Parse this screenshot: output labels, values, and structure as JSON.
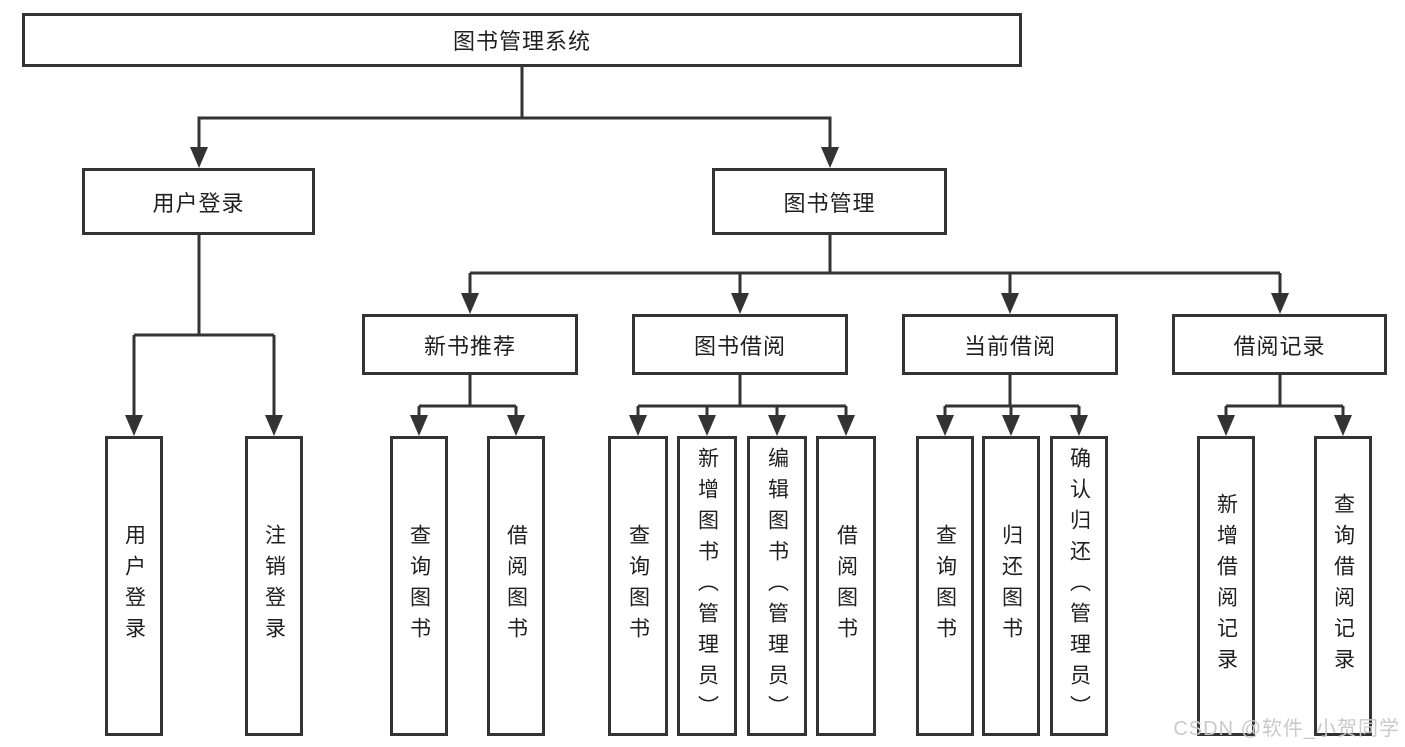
{
  "root": {
    "label": "图书管理系统"
  },
  "branches": {
    "user_login": {
      "label": "用户登录",
      "leaves": [
        {
          "label": "用户登录"
        },
        {
          "label": "注销登录"
        }
      ]
    },
    "book_mgmt": {
      "label": "图书管理",
      "groups": [
        {
          "label": "新书推荐",
          "leaves": [
            {
              "label": "查询图书"
            },
            {
              "label": "借阅图书"
            }
          ]
        },
        {
          "label": "图书借阅",
          "leaves": [
            {
              "label": "查询图书"
            },
            {
              "label": "新增图书（管理员）"
            },
            {
              "label": "编辑图书（管理员）"
            },
            {
              "label": "借阅图书"
            }
          ]
        },
        {
          "label": "当前借阅",
          "leaves": [
            {
              "label": "查询图书"
            },
            {
              "label": "归还图书"
            },
            {
              "label": "确认归还（管理员）"
            }
          ]
        },
        {
          "label": "借阅记录",
          "leaves": [
            {
              "label": "新增借阅记录"
            },
            {
              "label": "查询借阅记录"
            }
          ]
        }
      ]
    }
  },
  "watermark": "CSDN @软件_小贺同学",
  "colors": {
    "line": "#333333",
    "border": "#333333",
    "text": "#1f1f1f",
    "watermark": "#c9c9c9",
    "background": "#ffffff"
  }
}
